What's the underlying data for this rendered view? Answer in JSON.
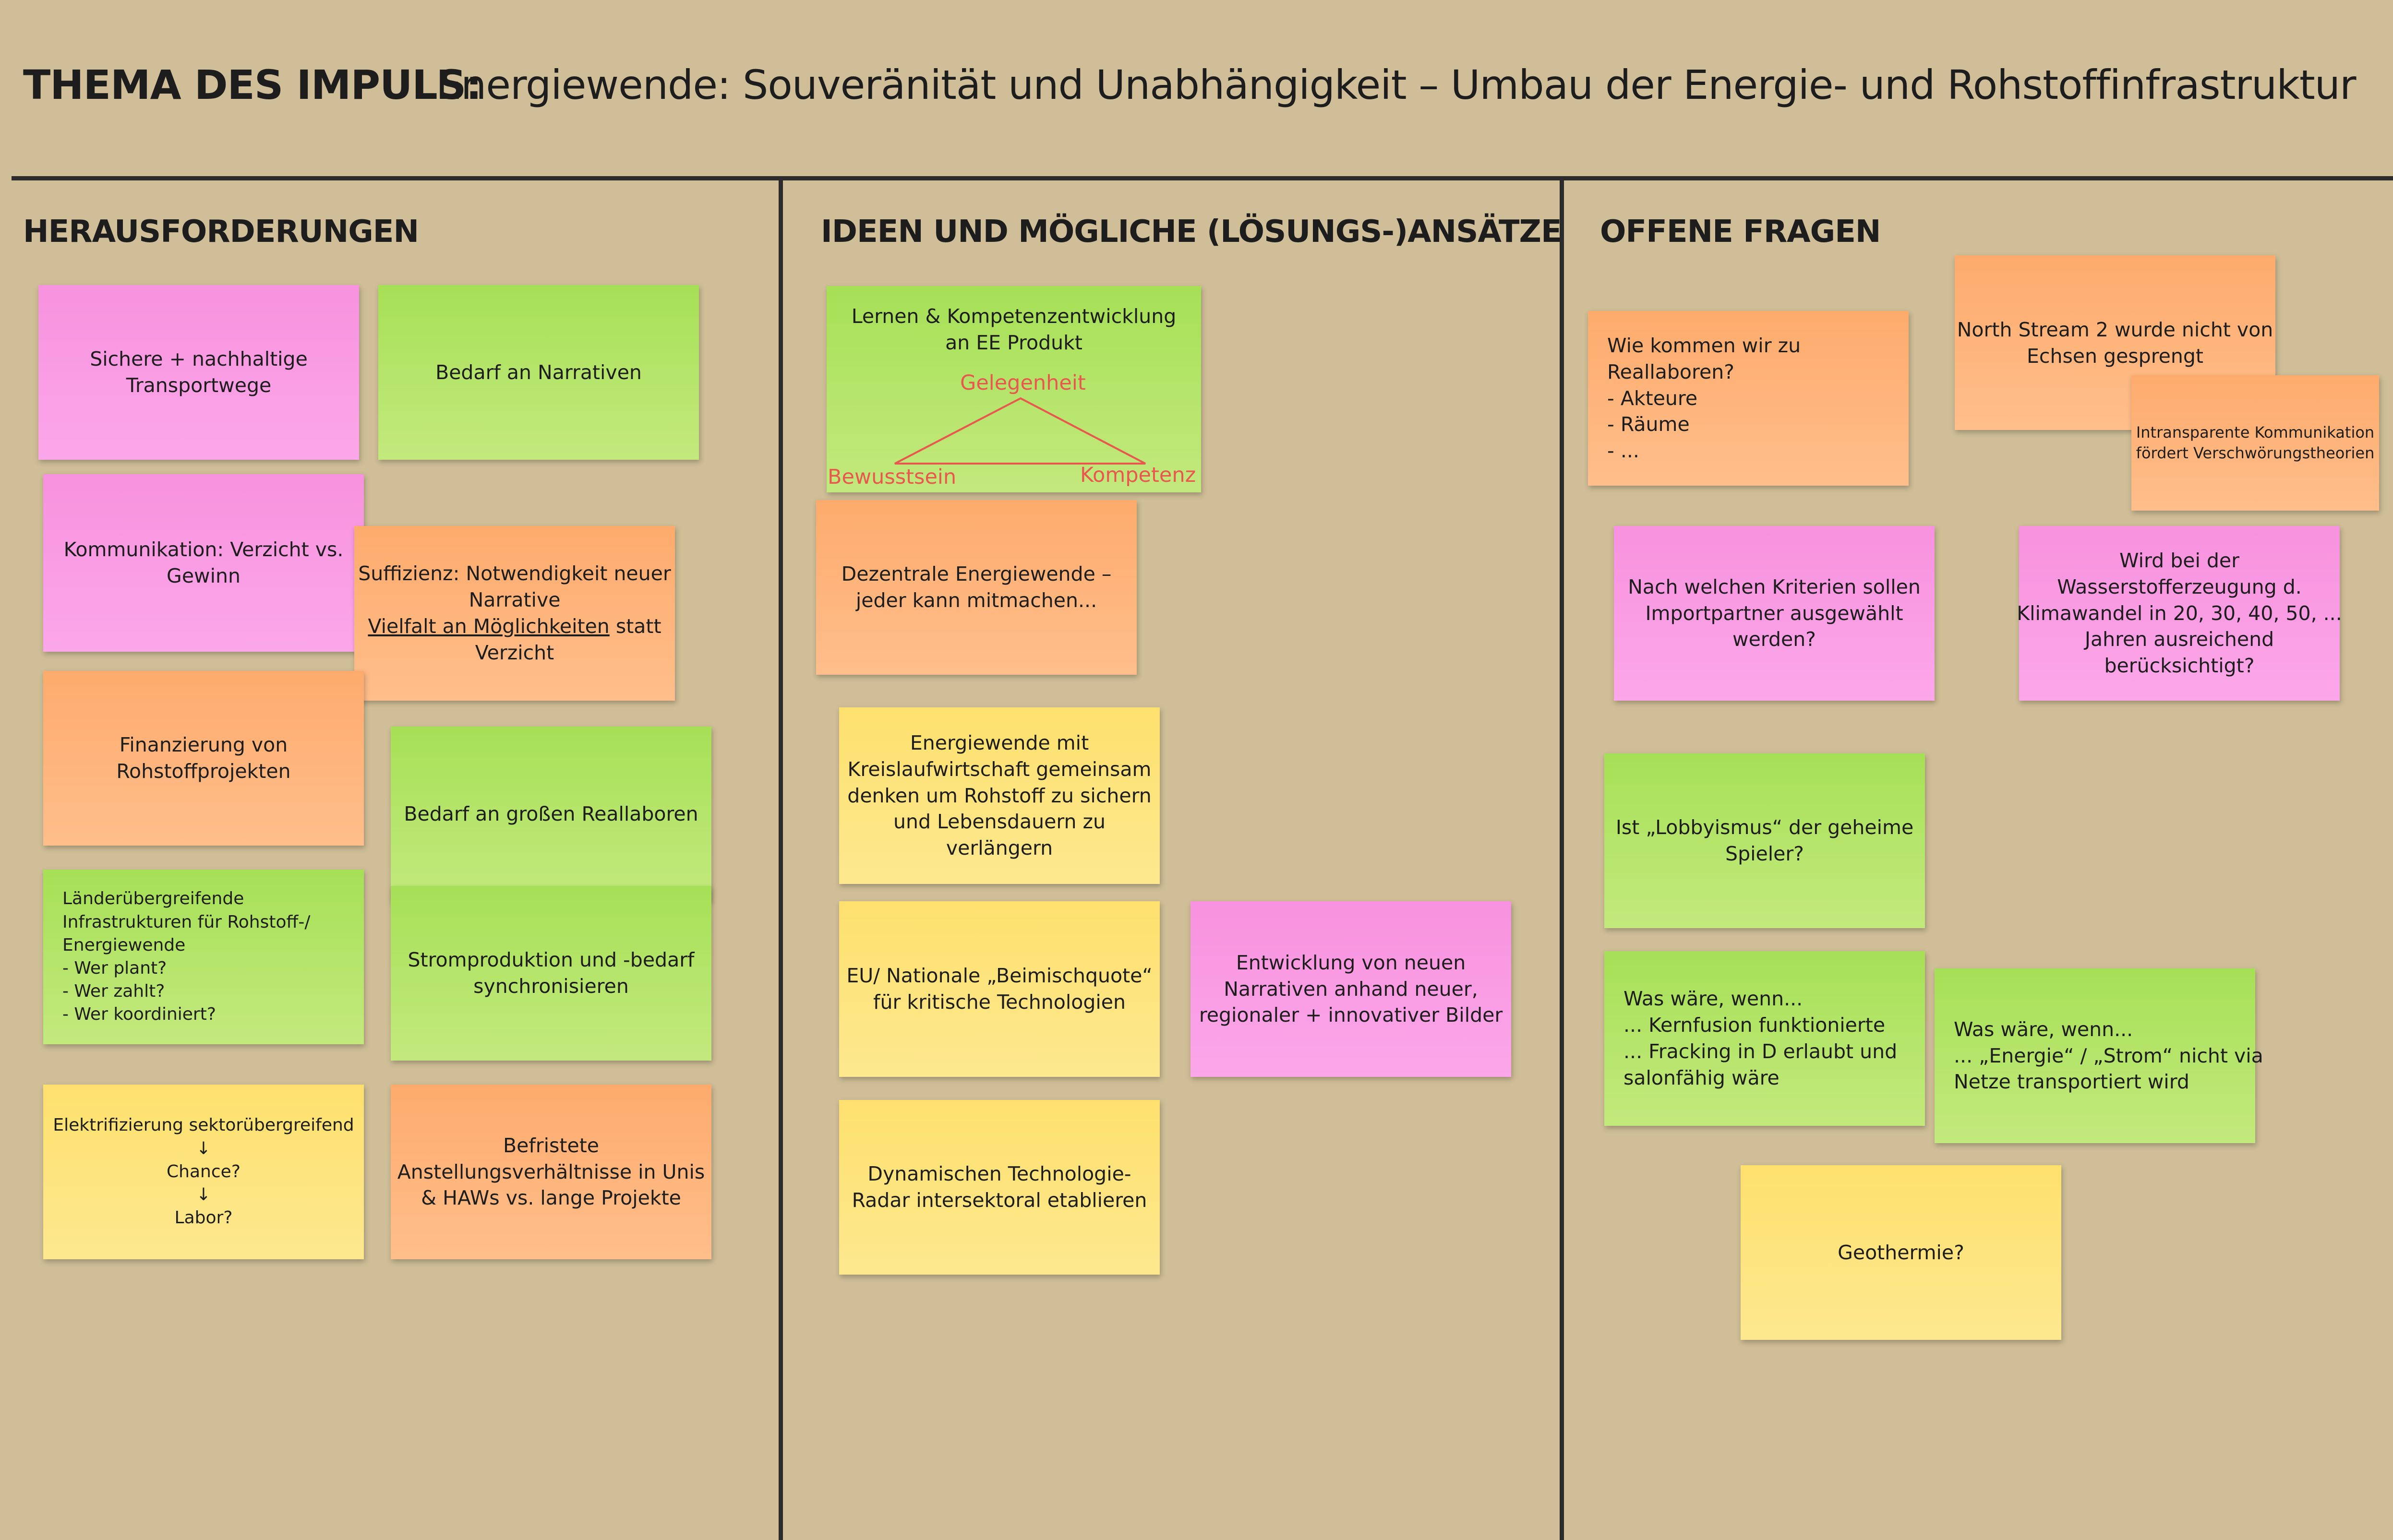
{
  "header": {
    "label": "THEMA DES IMPULS:",
    "topic": "Energiewende: Souveränität und Unabhängigkeit – Umbau der Energie- und Rohstoffinfrastruktur"
  },
  "columns": {
    "challenges": "HERAUSFORDERUNGEN",
    "ideas": "IDEEN UND MÖGLICHE (LÖSUNGS-)ANSÄTZE",
    "questions": "OFFENE FRAGEN"
  },
  "colors": {
    "background": "#cfbe97",
    "pink": "#f792de",
    "green": "#a6e056",
    "orange": "#fdab6c",
    "yellow": "#fde06d",
    "accent_red": "#e8584e"
  },
  "challenges": {
    "n1": [
      "Sichere + nachhaltige",
      "Transportwege"
    ],
    "n2": [
      "Bedarf an Narrativen"
    ],
    "n3": [
      "Kommunikation: Verzicht vs.",
      "Gewinn"
    ],
    "n4": {
      "l1": "Suffizienz: Notwendigkeit neuer",
      "l2": "Narrative",
      "l3u": "Vielfalt an Möglichkeiten",
      "l3": " statt",
      "l4": "Verzicht"
    },
    "n5": [
      "Finanzierung von",
      "Rohstoffprojekten"
    ],
    "n6": [
      "Bedarf an großen Reallaboren"
    ],
    "n7": [
      "Länderübergreifende",
      "Infrastrukturen für Rohstoff-/",
      "Energiewende",
      "- Wer plant?",
      "- Wer zahlt?",
      "- Wer koordiniert?"
    ],
    "n8": [
      "Stromproduktion und -bedarf",
      "synchronisieren"
    ],
    "n9": [
      "Elektrifizierung sektorübergreifend",
      "↓",
      "Chance?",
      "↓",
      "Labor?"
    ],
    "n10": [
      "Befristete",
      "Anstellungsverhältnisse in Unis",
      "& HAWs vs. lange Projekte"
    ]
  },
  "ideas": {
    "n1": {
      "lines": [
        "Lernen & Kompetenzentwicklung",
        "an EE Produkt"
      ],
      "top": "Gelegenheit",
      "left": "Bewusstsein",
      "right": "Kompetenz"
    },
    "n2": [
      "Dezentrale Energiewende –",
      "jeder kann mitmachen..."
    ],
    "n3": [
      "Energiewende mit",
      "Kreislaufwirtschaft gemeinsam",
      "denken um Rohstoff zu sichern",
      "und Lebensdauern zu",
      "verlängern"
    ],
    "n4": [
      "EU/ Nationale „Beimischquote“",
      "für kritische Technologien"
    ],
    "n5": [
      "Entwicklung von neuen",
      "Narrativen anhand neuer,",
      "regionaler + innovativer Bilder"
    ],
    "n6": [
      "Dynamischen Technologie-",
      "Radar intersektoral etablieren"
    ]
  },
  "questions": {
    "n1": [
      "Wie kommen wir zu",
      "Reallaboren?",
      "- Akteure",
      "- Räume",
      "- ..."
    ],
    "n2": [
      "North Stream 2 wurde nicht von",
      "Echsen gesprengt"
    ],
    "n3": [
      "Intransparente Kommunikation",
      "fördert Verschwörungstheorien"
    ],
    "n4": [
      "Nach welchen Kriterien sollen",
      "Importpartner ausgewählt",
      "werden?"
    ],
    "n5": [
      "Wird bei der",
      "Wasserstofferzeugung d.",
      "Klimawandel in 20, 30, 40, 50, ...",
      "Jahren ausreichend",
      "berücksichtigt?"
    ],
    "n6": [
      "Ist „Lobbyismus“ der geheime",
      "Spieler?"
    ],
    "n7": [
      "Was wäre, wenn...",
      "... Kernfusion funktionierte",
      "... Fracking in D erlaubt und",
      "salonfähig wäre"
    ],
    "n8": [
      "Was wäre, wenn...",
      "... „Energie“ / „Strom“ nicht via",
      "Netze transportiert wird"
    ],
    "n9": [
      "Geothermie?"
    ]
  }
}
